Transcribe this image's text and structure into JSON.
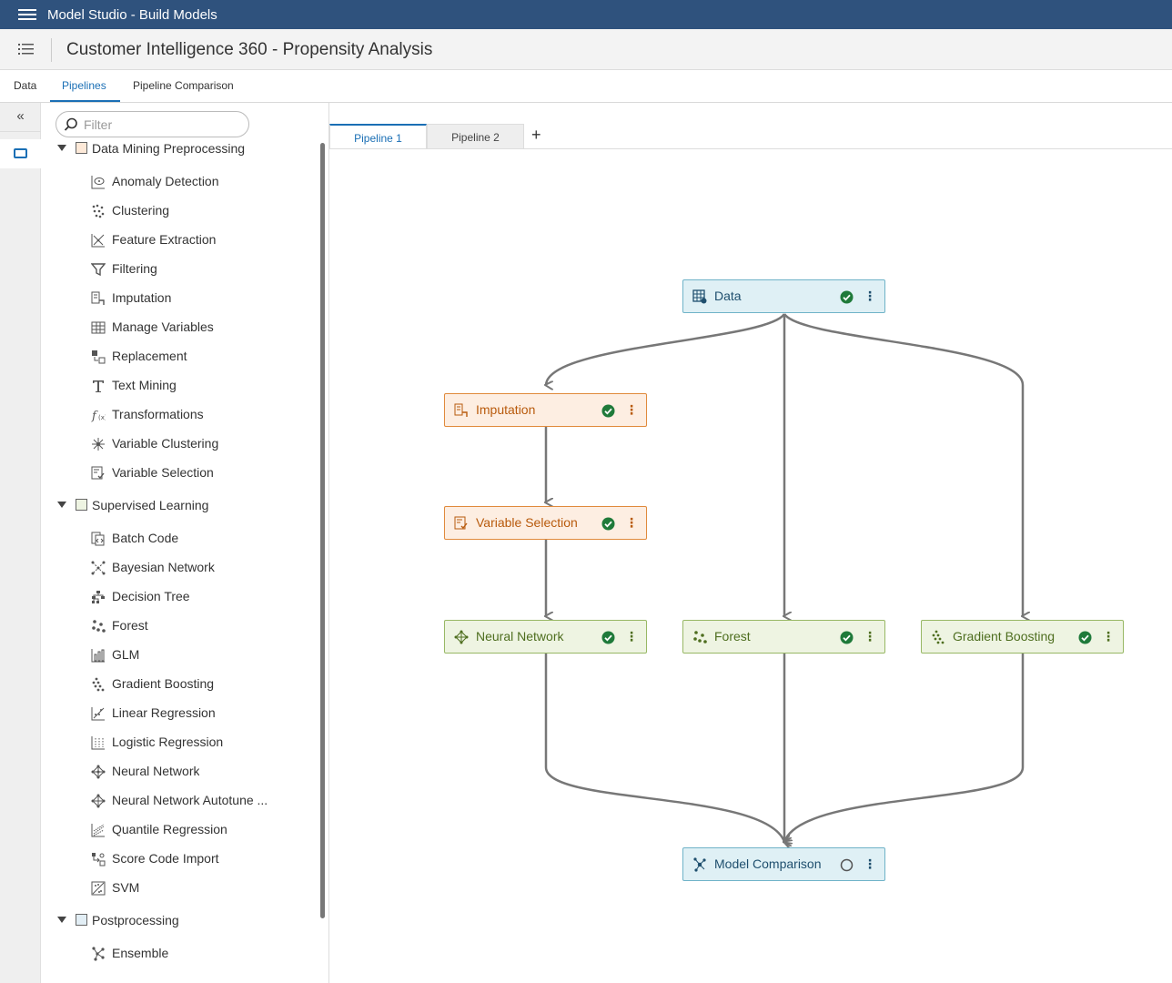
{
  "app": {
    "title": "Model Studio - Build Models"
  },
  "project": {
    "title": "Customer Intelligence 360 - Propensity Analysis"
  },
  "tabs": [
    {
      "label": "Data"
    },
    {
      "label": "Pipelines"
    },
    {
      "label": "Pipeline Comparison"
    }
  ],
  "rail": {
    "collapse": "«"
  },
  "filter": {
    "placeholder": "Filter"
  },
  "groups": [
    {
      "label": "Data Mining Preprocessing",
      "color": "#fde9d8",
      "items": [
        "Anomaly Detection",
        "Clustering",
        "Feature Extraction",
        "Filtering",
        "Imputation",
        "Manage Variables",
        "Replacement",
        "Text Mining",
        "Transformations",
        "Variable Clustering",
        "Variable Selection"
      ]
    },
    {
      "label": "Supervised Learning",
      "color": "#eef4e2",
      "items": [
        "Batch Code",
        "Bayesian Network",
        "Decision Tree",
        "Forest",
        "GLM",
        "Gradient Boosting",
        "Linear Regression",
        "Logistic Regression",
        "Neural Network",
        "Neural Network Autotune ...",
        "Quantile Regression",
        "Score Code Import",
        "SVM"
      ]
    },
    {
      "label": "Postprocessing",
      "color": "#e2eef5",
      "items": [
        "Ensemble"
      ]
    }
  ],
  "pipeline_tabs": [
    {
      "label": "Pipeline 1"
    },
    {
      "label": "Pipeline 2"
    }
  ],
  "add_tab": "+",
  "nodes": {
    "data": {
      "label": "Data",
      "status": "completed"
    },
    "imputation": {
      "label": "Imputation",
      "status": "completed"
    },
    "variable_selection": {
      "label": "Variable Selection",
      "status": "completed"
    },
    "neural_network": {
      "label": "Neural Network",
      "status": "completed"
    },
    "forest": {
      "label": "Forest",
      "status": "completed"
    },
    "gradient_boosting": {
      "label": "Gradient Boosting",
      "status": "completed"
    },
    "model_comparison": {
      "label": "Model Comparison",
      "status": "not-run"
    }
  },
  "more_glyph": "⋮",
  "colors": {
    "topbar": "#2f527d",
    "accent": "#1a6fb5",
    "success": "#1f7a3a"
  }
}
